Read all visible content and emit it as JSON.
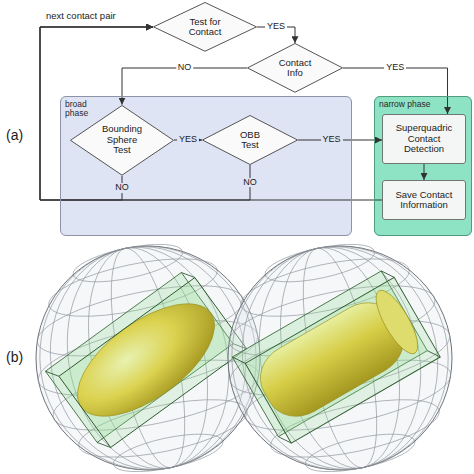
{
  "diagram": {
    "nodes": [
      {
        "text": [
          "Test for Contact"
        ]
      },
      {
        "text": [
          "Contact Info"
        ]
      },
      {
        "text": [
          "broad phase"
        ]
      },
      {
        "text": [
          "Bounding Sphere Test"
        ],
        "in": 2
      },
      {
        "text": [
          "OBB Test"
        ],
        "in": 2
      },
      {
        "text": [
          "narrow phase"
        ]
      },
      {
        "text": [
          "Superquadric Contact Detection"
        ],
        "in": 5
      },
      {
        "text": [
          "Save Contact Information"
        ],
        "in": 5
      }
    ],
    "edges": [
      {
        "from": 0,
        "to": 1,
        "label": "YES",
        "arrow": "to"
      },
      {
        "from": 1,
        "to": 6,
        "label": "YES",
        "arrow": "to"
      },
      {
        "from": 1,
        "to": 3,
        "label": "NO",
        "arrow": "to"
      },
      {
        "from": 3,
        "to": 4,
        "label": "YES",
        "arrow": "to"
      },
      {
        "from": 4,
        "to": 6,
        "label": "YES",
        "arrow": "to"
      },
      {
        "from": 3,
        "to": 0,
        "label": "NO",
        "arrow": "to"
      },
      {
        "from": 4,
        "to": 0,
        "label": "NO",
        "arrow": "to"
      },
      {
        "from": 6,
        "to": 7,
        "arrow": "to"
      },
      {
        "from": 7,
        "to": 0,
        "arrow": "to"
      }
    ],
    "labels": [
      "next contact pair",
      "(a)",
      "(b)"
    ]
  }
}
